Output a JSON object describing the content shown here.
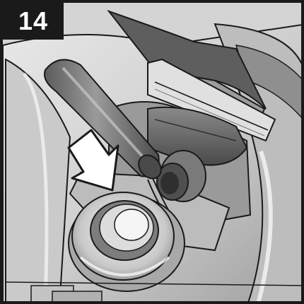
{
  "step": {
    "number": "14"
  },
  "illustration": {
    "subject": "vacuum-cleaner-accessory-compartment",
    "parts": [
      "crevice-nozzle",
      "upholstery-nozzle",
      "hose-connection-port",
      "open-lid",
      "direction-arrow"
    ]
  },
  "colors": {
    "outline": "#1a1a1a",
    "light_gray": "#ededed",
    "mid_gray": "#bdbdbd",
    "dark_gray": "#6f6f6f",
    "badge_background": "#1a1a1a",
    "badge_text": "#ffffff"
  }
}
